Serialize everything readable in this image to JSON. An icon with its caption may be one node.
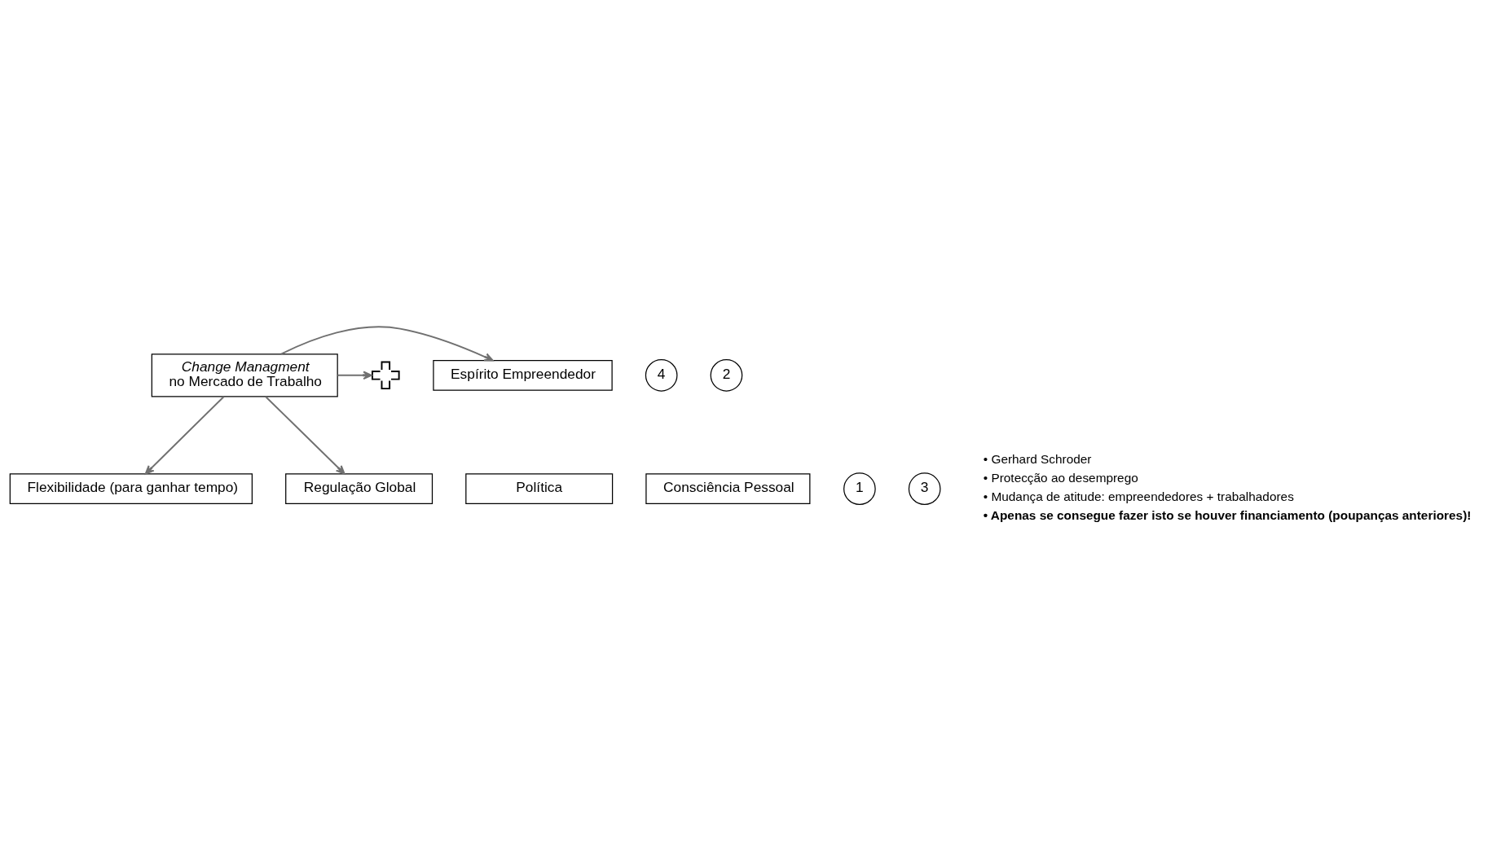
{
  "diagram": {
    "nodes": [
      {
        "text": [
          "Change Managment",
          "no Mercado de Trabalho"
        ]
      },
      {
        "text": [
          "Flexibilidade (para ganhar tempo)"
        ]
      },
      {
        "text": [
          "Espírito Empreendedor"
        ]
      },
      {
        "text": [
          "Política"
        ]
      },
      {
        "text": [],
        "shape": "cross"
      },
      {
        "text": [
          "Consciência Pessoal"
        ]
      },
      {
        "text": [
          "Regulação Global"
        ]
      },
      {
        "text": [
          "1"
        ]
      },
      {
        "text": [
          "4"
        ]
      },
      {
        "text": [
          "2"
        ]
      },
      {
        "text": [
          "3"
        ]
      }
    ],
    "edges": [
      {
        "from": 0,
        "to": 1,
        "arrow": "to",
        "color": "#707070"
      },
      {
        "from": 0,
        "to": 2,
        "arrow": "to",
        "color": "#707070"
      },
      {
        "from": 0,
        "to": 4,
        "arrow": "to",
        "color": "#707070"
      },
      {
        "from": 0,
        "to": 6,
        "arrow": "to",
        "color": "#707070"
      }
    ],
    "labels": [
      "• Gerhard Schroder",
      "• Protecção ao desemprego",
      "• Mudança de atitude: empreendedores + trabalhadores",
      "• Apenas se consegue fazer isto se houver financiamento (poupanças anteriores)!"
    ]
  }
}
